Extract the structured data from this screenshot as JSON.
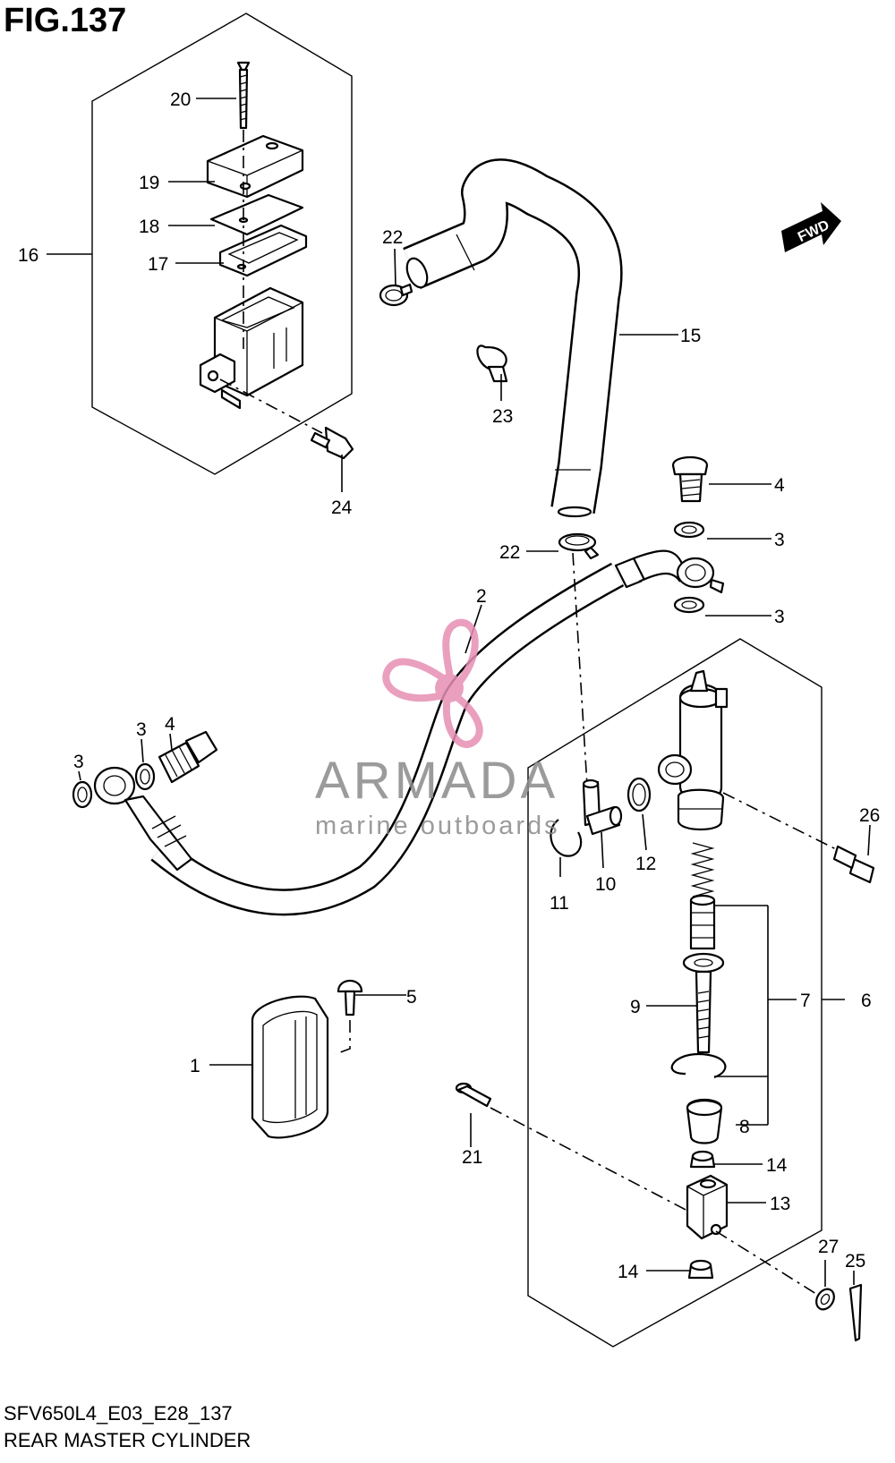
{
  "figure": {
    "title": "FIG.137",
    "code": "SFV650L4_E03_E28_137",
    "name": "REAR MASTER CYLINDER"
  },
  "watermark": {
    "brand": "ARMADA",
    "tagline": "marine outboards",
    "logo_color": "#e78fb3",
    "text_color": "#8a8a8a"
  },
  "badge": {
    "label": "FWD"
  },
  "callouts": {
    "c1": "1",
    "c2": "2",
    "c3a": "3",
    "c3b": "3",
    "c3c": "3",
    "c3d": "3",
    "c4a": "4",
    "c4b": "4",
    "c5": "5",
    "c6": "6",
    "c7": "7",
    "c8": "8",
    "c9": "9",
    "c10": "10",
    "c11": "11",
    "c12": "12",
    "c13": "13",
    "c14a": "14",
    "c14b": "14",
    "c15": "15",
    "c16": "16",
    "c17": "17",
    "c18": "18",
    "c19": "19",
    "c20": "20",
    "c21": "21",
    "c22a": "22",
    "c22b": "22",
    "c23": "23",
    "c24": "24",
    "c25": "25",
    "c26": "26",
    "c27": "27"
  }
}
